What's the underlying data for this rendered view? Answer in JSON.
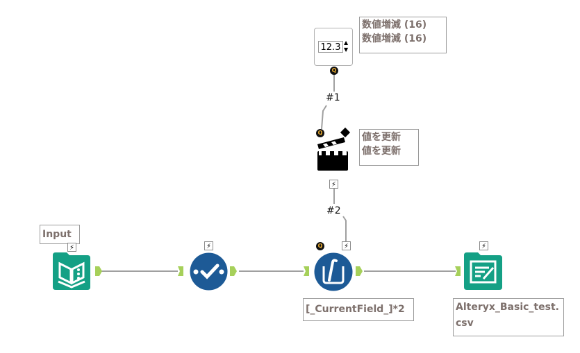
{
  "tools": {
    "numeric_updown": {
      "value": "12.3",
      "annotation_line1": "数値増減 (16)",
      "annotation_line2": "数値増減 (16)"
    },
    "action": {
      "annotation_line1": "値を更新",
      "annotation_line2": "値を更新"
    },
    "input": {
      "annotation": "Input"
    },
    "select": {},
    "formula": {
      "annotation": "[_CurrentField_]*2"
    },
    "output": {
      "annotation": "Alteryx_Basic_test.csv"
    }
  },
  "connections": {
    "c1": "#1",
    "c2": "#2"
  },
  "badges": {
    "q": "Q",
    "bolt": "⚡"
  },
  "colors": {
    "teal": "#14a085",
    "blue": "#1d5a96",
    "anchor": "#a6d05a",
    "line": "#a0a0a0"
  }
}
